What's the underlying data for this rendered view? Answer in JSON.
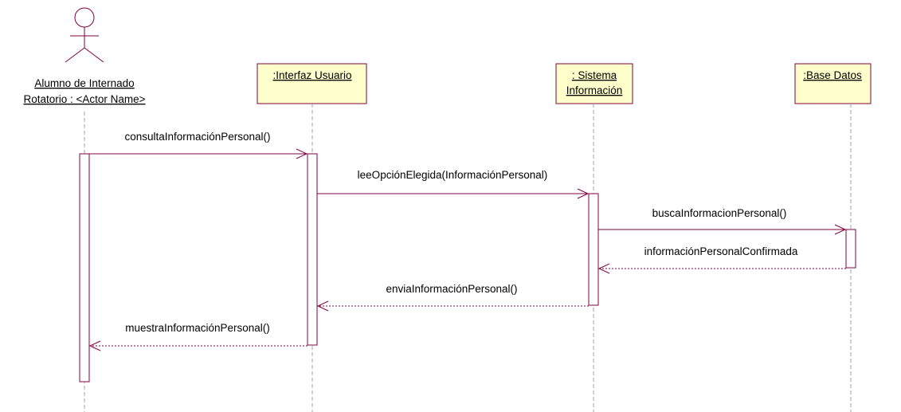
{
  "actor": {
    "name_line1": "Alumno de Internado",
    "name_line2": "Rotatorio : <Actor Name>"
  },
  "objects": {
    "interfaz": {
      "label": ":Interfaz Usuario"
    },
    "sistema": {
      "label_line1": ": Sistema",
      "label_line2": "Información"
    },
    "base": {
      "label": ":Base Datos"
    }
  },
  "messages": {
    "m1": "consultaInformaciónPersonal()",
    "m2": "leeOpciónElegida(InformaciónPersonal)",
    "m3": "buscaInformacionPersonal()",
    "m4": "informaciónPersonalConfirmada",
    "m5": "enviaInformaciónPersonal()",
    "m6": "muestraInformaciónPersonal()"
  },
  "colors": {
    "line": "#800040",
    "object_fill": "#ffffcc",
    "lifeline": "#a0a0a0"
  }
}
